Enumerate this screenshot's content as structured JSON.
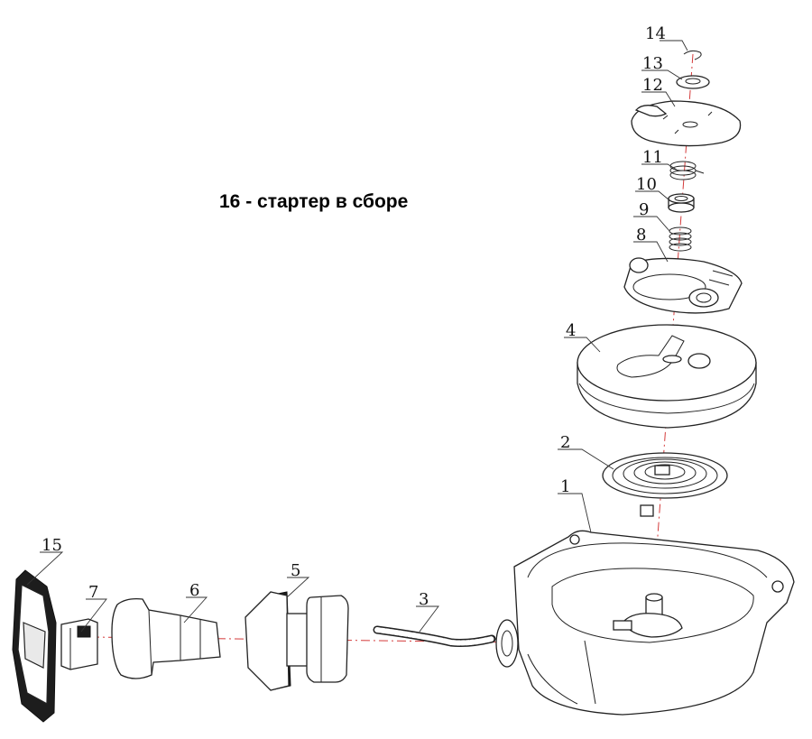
{
  "title": "16 - стартер в сборе",
  "callouts": {
    "c1": "1",
    "c2": "2",
    "c3": "3",
    "c4": "4",
    "c5": "5",
    "c6": "6",
    "c7": "7",
    "c8": "8",
    "c9": "9",
    "c10": "10",
    "c11": "11",
    "c12": "12",
    "c13": "13",
    "c14": "14",
    "c15": "15"
  },
  "colors": {
    "axis": "#d43a3a",
    "line": "#222222",
    "background": "#ffffff"
  }
}
